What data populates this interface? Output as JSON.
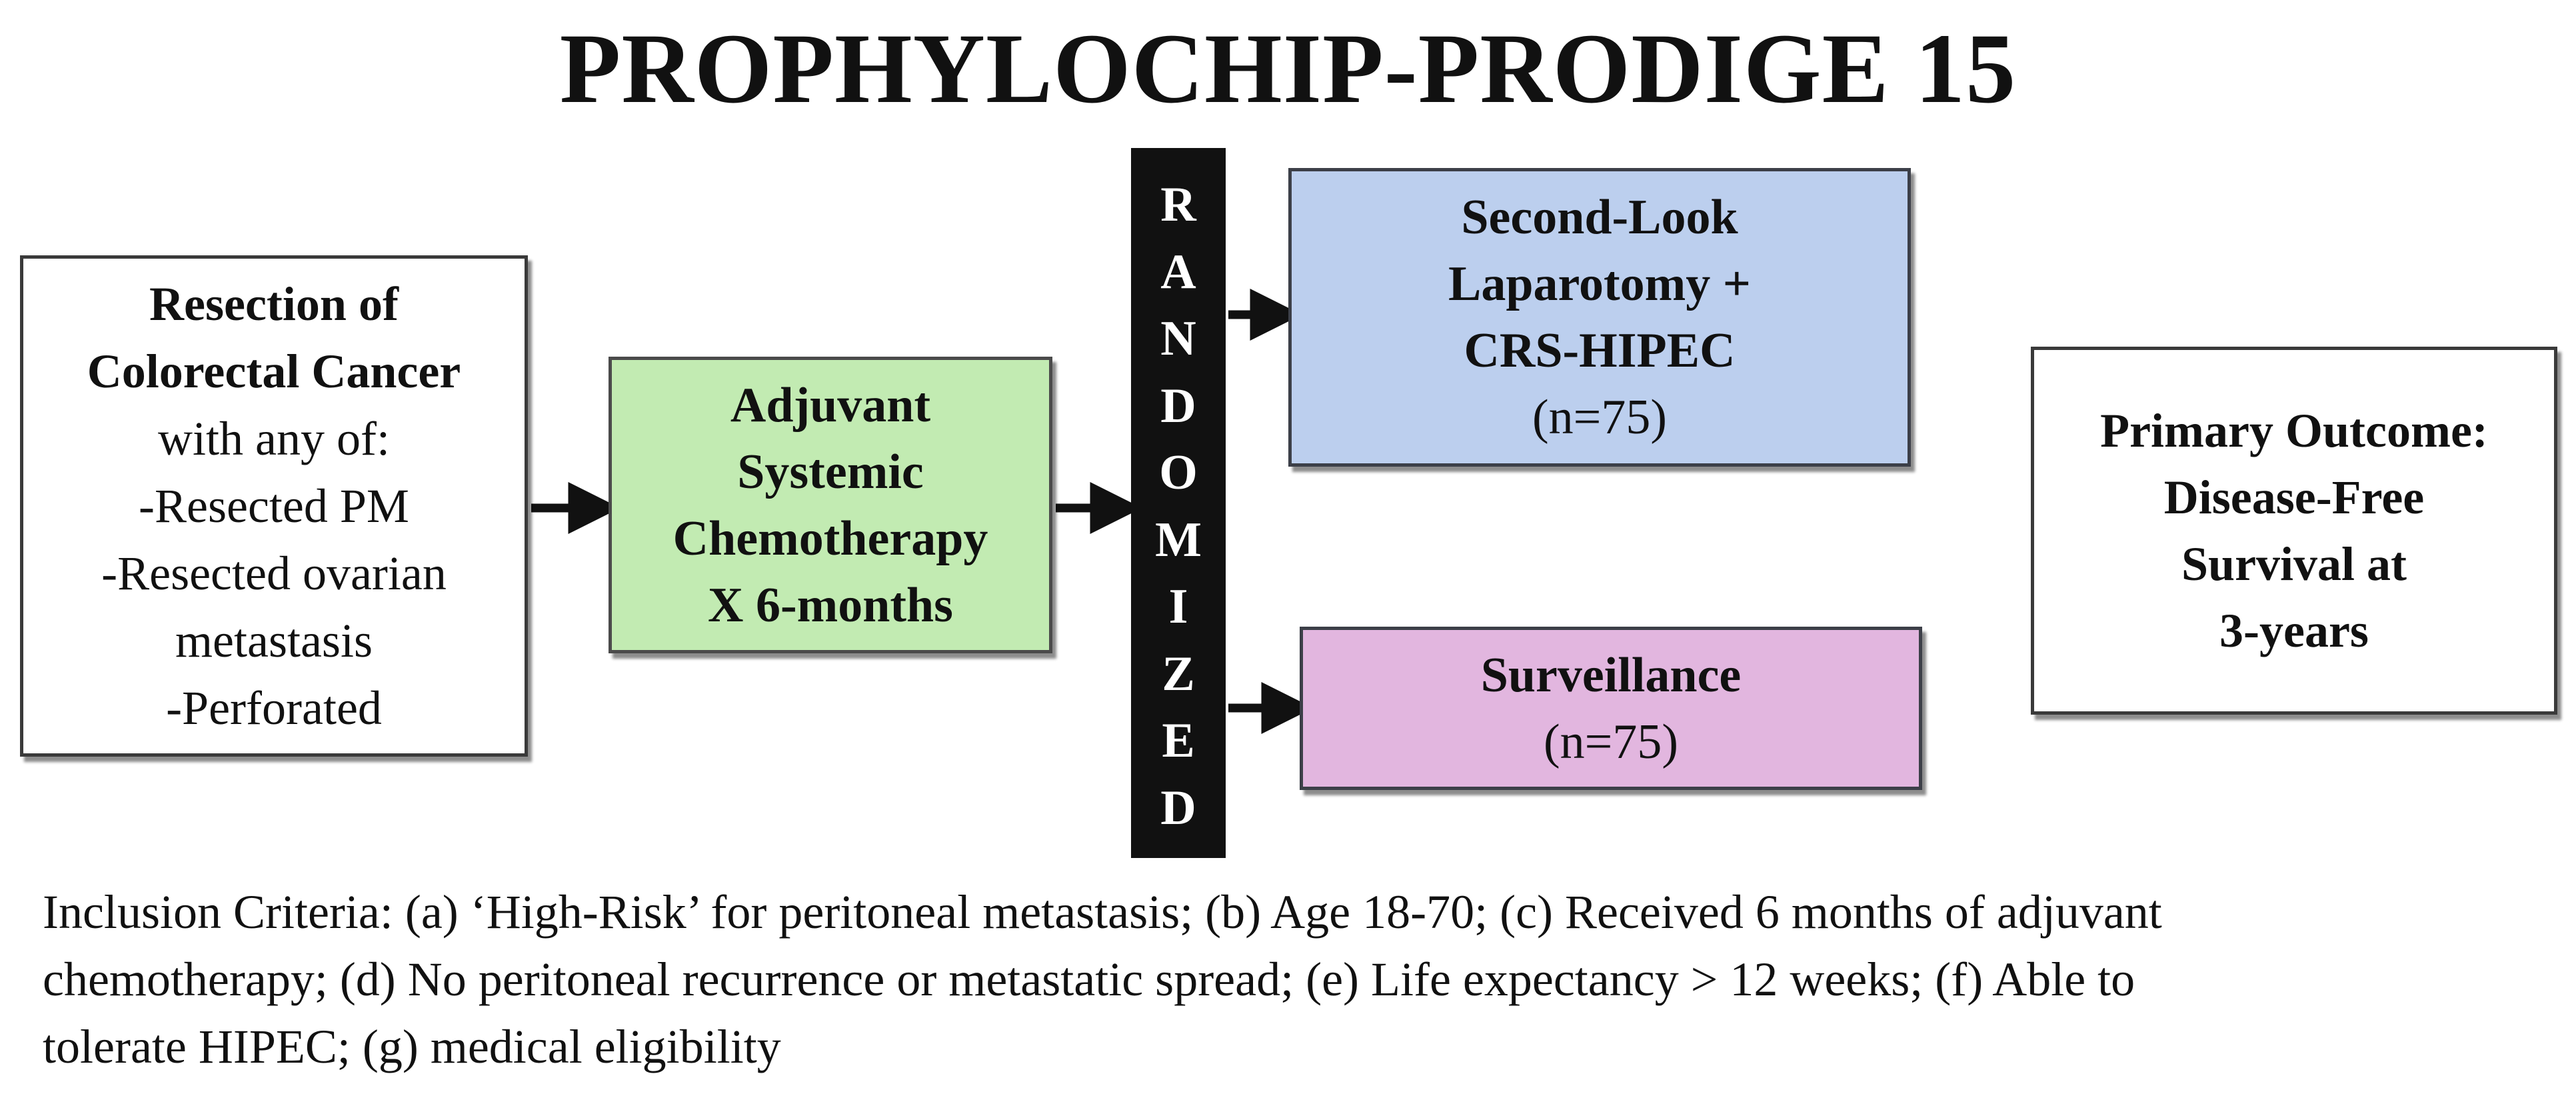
{
  "title": "PROPHYLOCHIP-PRODIGE 15",
  "boxes": {
    "resection": {
      "bold_lines": [
        "Resection of",
        "Colorectal Cancer"
      ],
      "lines": [
        "with any of:",
        "-Resected PM",
        "-Resected ovarian",
        "metastasis",
        "-Perforated"
      ]
    },
    "chemo": {
      "bold_lines": [
        "Adjuvant",
        "Systemic",
        "Chemotherapy",
        "X 6-months"
      ]
    },
    "randomized": {
      "letters": [
        "R",
        "A",
        "N",
        "D",
        "O",
        "M",
        "I",
        "Z",
        "E",
        "D"
      ]
    },
    "laparotomy": {
      "bold_lines": [
        "Second-Look",
        "Laparotomy +",
        "CRS-HIPEC"
      ],
      "n": "(n=75)"
    },
    "surveillance": {
      "bold_lines": [
        "Surveillance"
      ],
      "n": "(n=75)"
    },
    "outcome": {
      "bold_lines": [
        "Primary Outcome:",
        "Disease-Free",
        "Survival at",
        "3-years"
      ]
    }
  },
  "criteria": {
    "lines": [
      "Inclusion Criteria: (a) ‘High-Risk’ for peritoneal metastasis; (b) Age 18-70; (c) Received 6 months of adjuvant",
      "chemotherapy; (d) No peritoneal recurrence or metastatic spread; (e) Life expectancy > 12 weeks; (f) Able to",
      "tolerate HIPEC; (g) medical eligibility"
    ]
  },
  "colors": {
    "chemo_fill": "#c2ebb2",
    "laparotomy_fill": "#bccfee",
    "surveillance_fill": "#e2b6df",
    "randomized_bar": "#111111",
    "arrow": "#111111"
  }
}
